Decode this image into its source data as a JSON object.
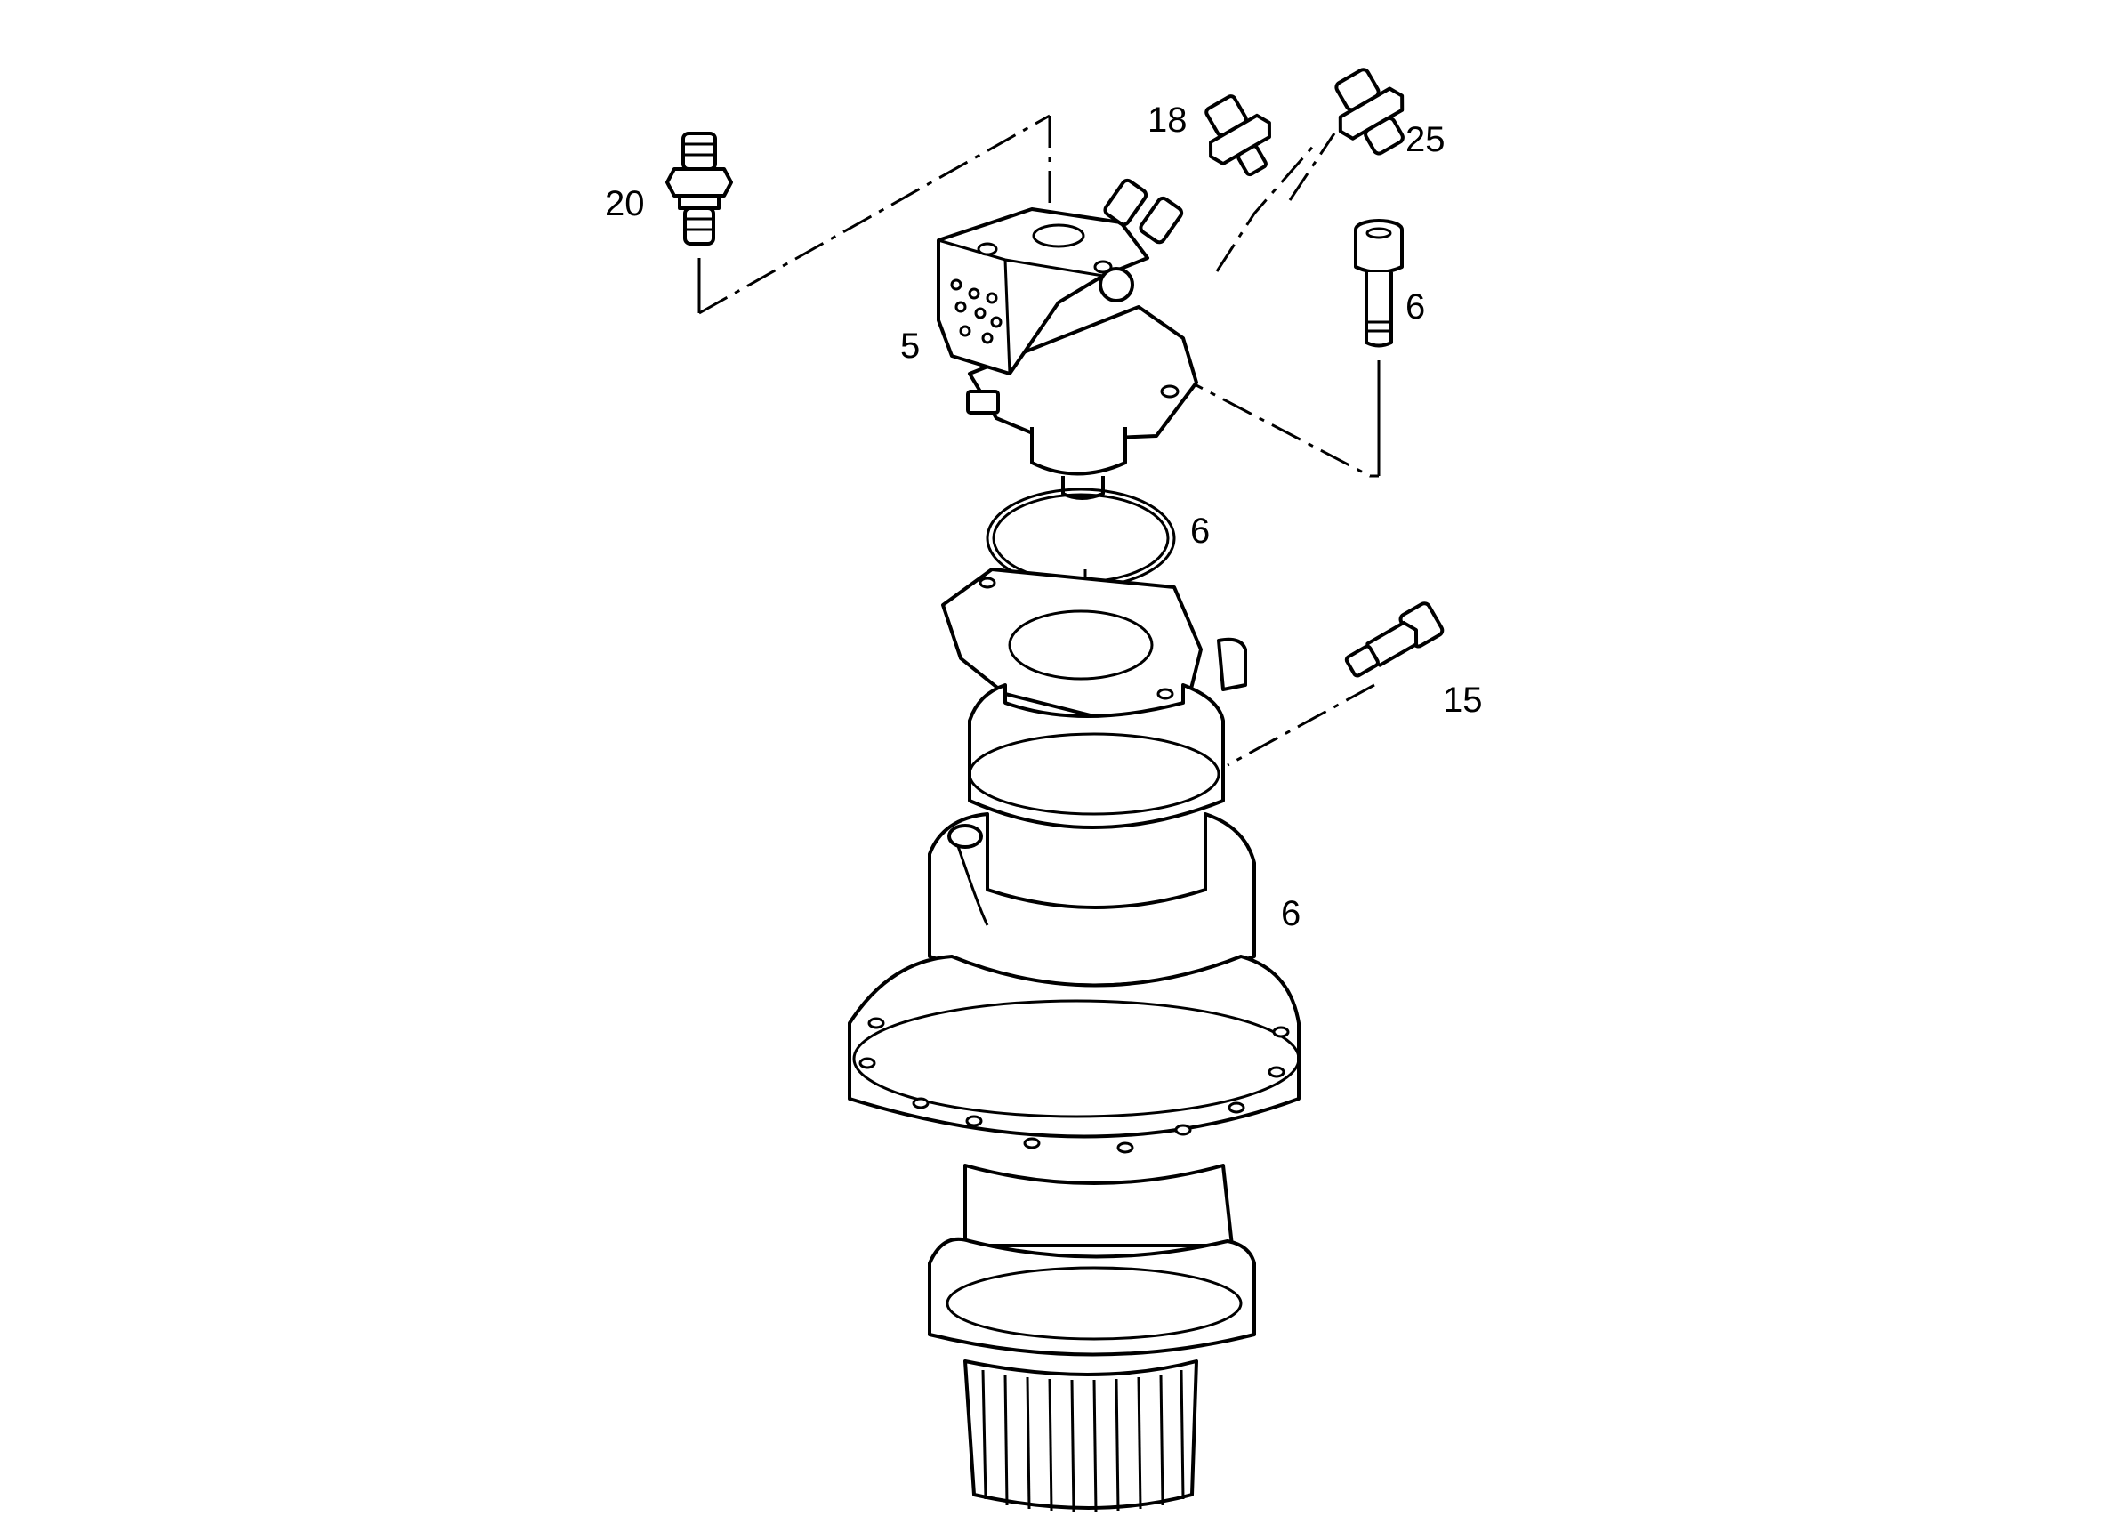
{
  "callouts": {
    "c20": "20",
    "c18": "18",
    "c25": "25",
    "c6_bolt": "6",
    "c5": "5",
    "c6_ring": "6",
    "c15": "15",
    "c6_gearbox": "6"
  }
}
